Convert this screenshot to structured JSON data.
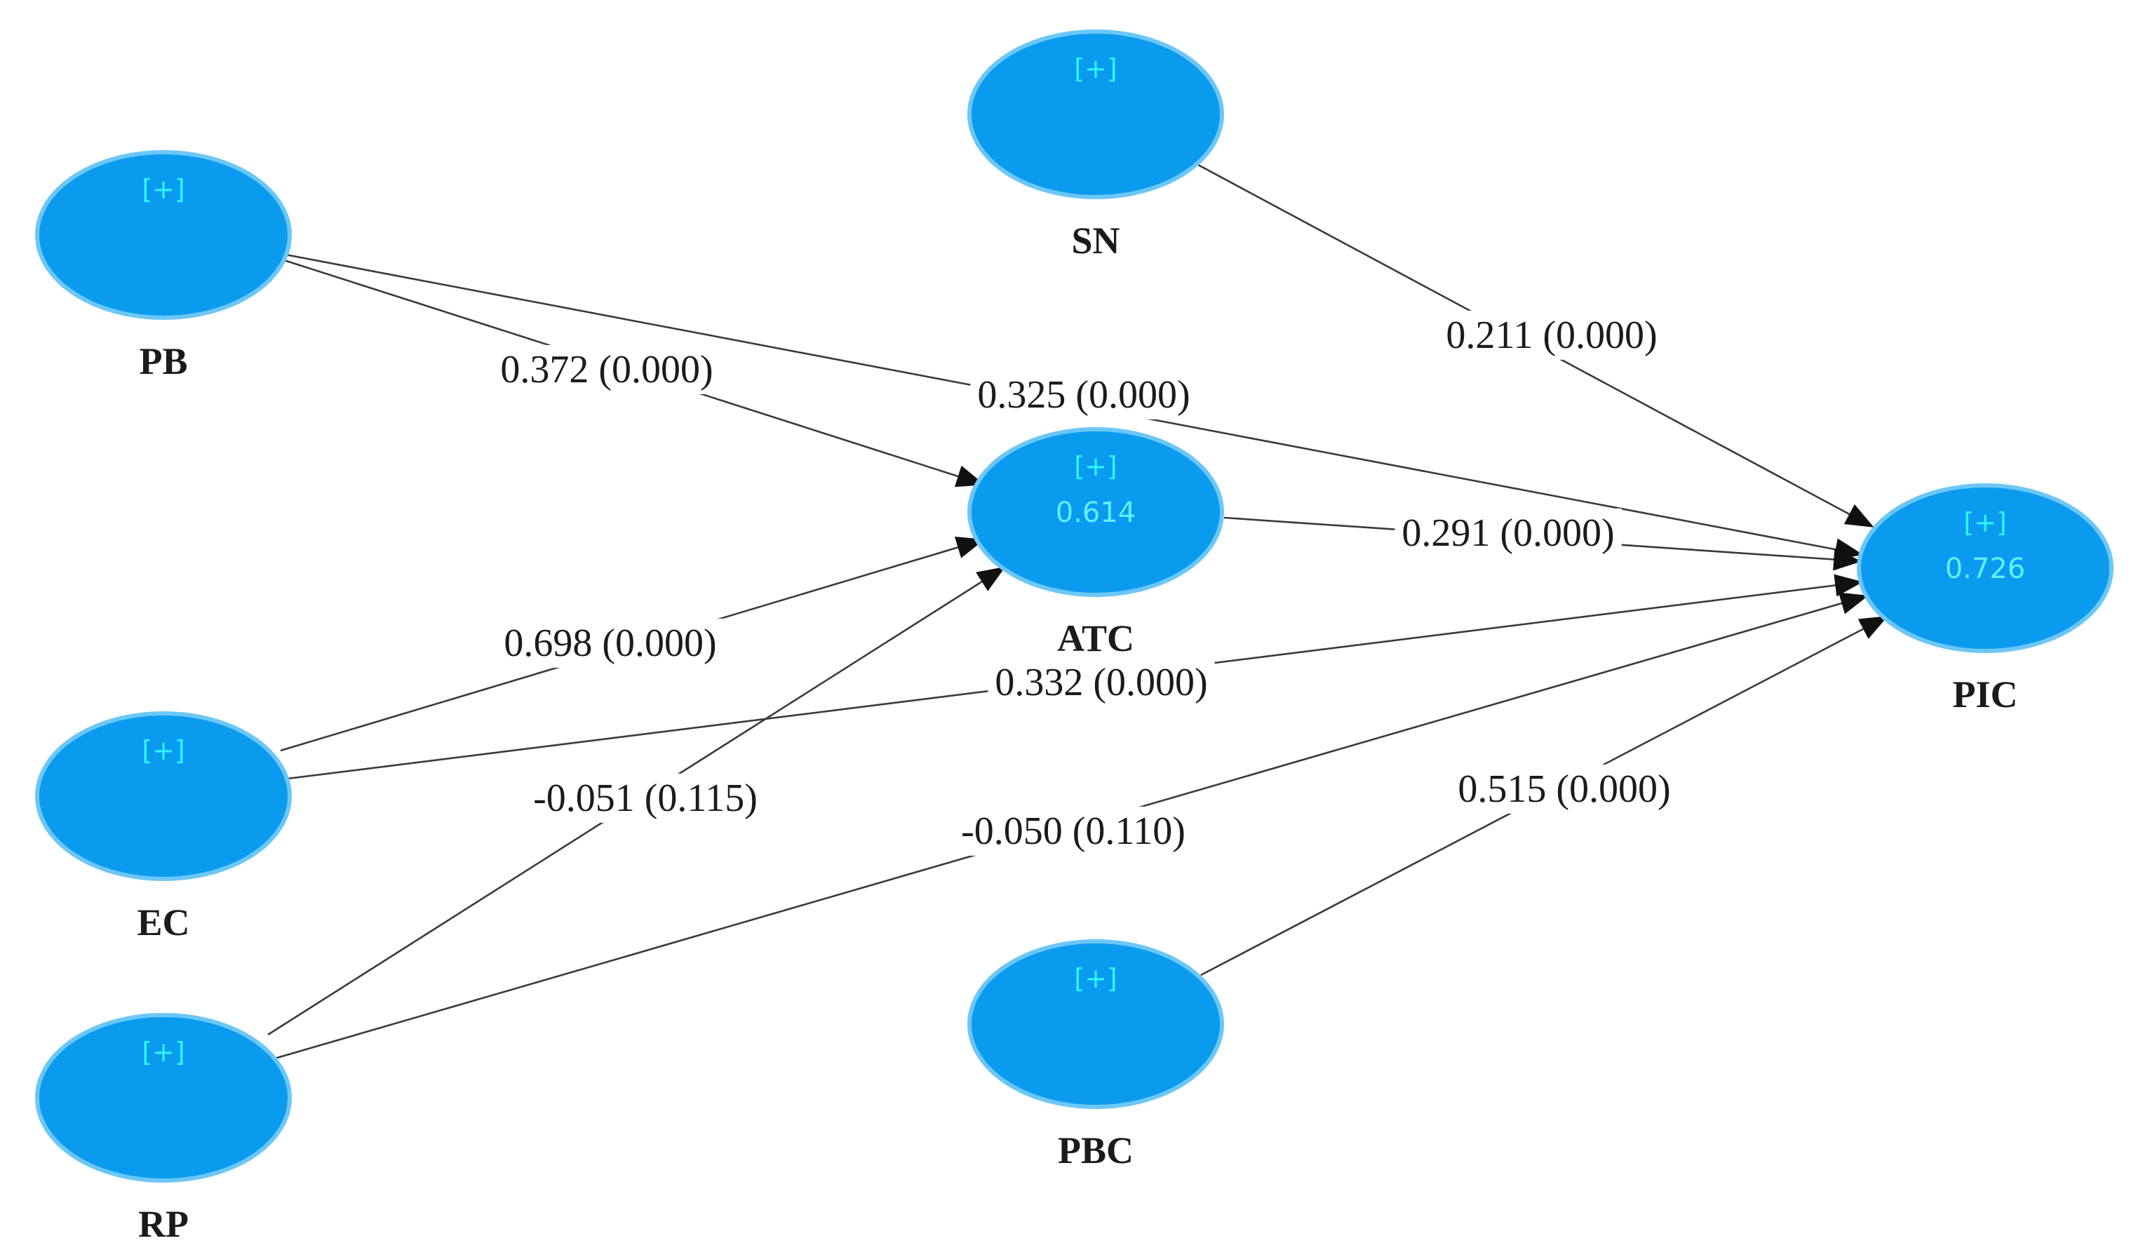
{
  "nodes": [
    {
      "id": "PB",
      "label": "PB",
      "indicator": "[+]",
      "r2": ""
    },
    {
      "id": "SN",
      "label": "SN",
      "indicator": "[+]",
      "r2": ""
    },
    {
      "id": "ATC",
      "label": "ATC",
      "indicator": "[+]",
      "r2": "0.614"
    },
    {
      "id": "PIC",
      "label": "PIC",
      "indicator": "[+]",
      "r2": "0.726"
    },
    {
      "id": "EC",
      "label": "EC",
      "indicator": "[+]",
      "r2": ""
    },
    {
      "id": "RP",
      "label": "RP",
      "indicator": "[+]",
      "r2": ""
    },
    {
      "id": "PBC",
      "label": "PBC",
      "indicator": "[+]",
      "r2": ""
    }
  ],
  "edges": [
    {
      "from": "PB",
      "to": "ATC",
      "label": "0.372 (0.000)"
    },
    {
      "from": "PB",
      "to": "PIC",
      "label": "0.325 (0.000)"
    },
    {
      "from": "SN",
      "to": "PIC",
      "label": "0.211 (0.000)"
    },
    {
      "from": "ATC",
      "to": "PIC",
      "label": "0.291 (0.000)"
    },
    {
      "from": "EC",
      "to": "ATC",
      "label": "0.698 (0.000)"
    },
    {
      "from": "EC",
      "to": "PIC",
      "label": "0.332 (0.000)"
    },
    {
      "from": "RP",
      "to": "ATC",
      "label": "-0.051 (0.115)"
    },
    {
      "from": "RP",
      "to": "PIC",
      "label": "-0.050 (0.110)"
    },
    {
      "from": "PBC",
      "to": "PIC",
      "label": "0.515 (0.000)"
    }
  ]
}
